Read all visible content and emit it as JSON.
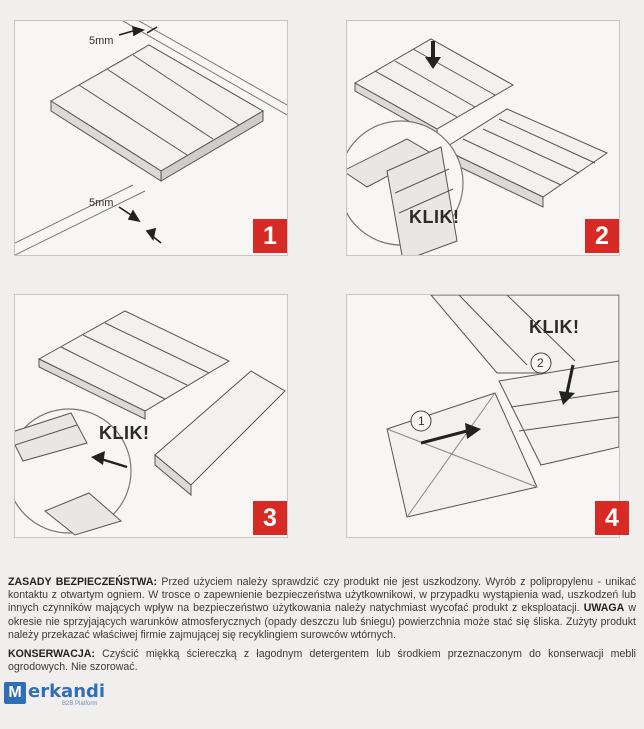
{
  "steps": {
    "s1": {
      "number": "1",
      "gap_label_top": "5mm",
      "gap_label_bottom": "5mm"
    },
    "s2": {
      "number": "2",
      "klik": "KLIK!"
    },
    "s3": {
      "number": "3",
      "klik": "KLIK!"
    },
    "s4": {
      "number": "4",
      "klik": "KLIK!",
      "circle1": "1",
      "circle2": "2"
    }
  },
  "safety": {
    "heading": "ZASADY BEZPIECZEŃSTWA:",
    "body_1": " Przed użyciem należy sprawdzić czy produkt nie jest uszkodzony. Wyrób z polipropylenu - unikać kontaktu z otwartym ogniem. W trosce o zapewnienie bezpieczeństwa użytkownikowi, w przypadku wystąpienia wad, uszkodzeń lub innych czynników mających wpływ na bezpieczeństwo użytkowania należy natychmiast wycofać produkt z eksploatacji. ",
    "warning": "UWAGA",
    "body_2": " w okresie nie sprzyjających warunków atmosferycznych (opady deszczu lub śniegu) powierzchnia może stać się śliska. Zużyty produkt należy przekazać właściwej firmie zajmującej się recyklingiem surowców wtórnych."
  },
  "conservation": {
    "heading": "KONSERWACJA:",
    "body": " Czyścić miękką ściereczką z łagodnym detergentem lub środkiem przeznaczonym do konserwacji mebli ogrodowych. Nie szorować."
  },
  "watermark": {
    "badge": "M",
    "name": "erkandi",
    "tagline": "B2B Platform"
  }
}
